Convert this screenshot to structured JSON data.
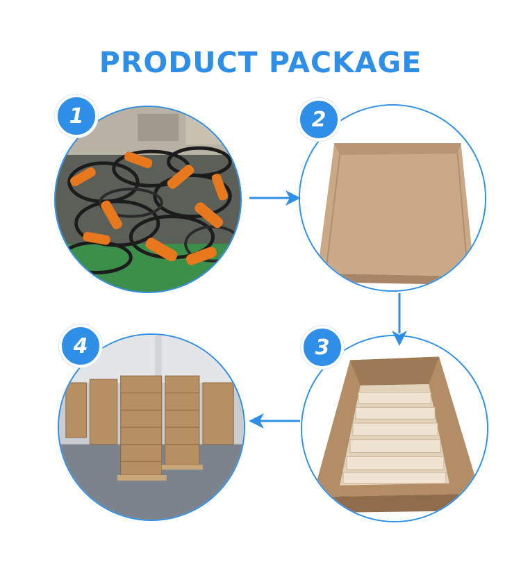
{
  "title": "PRODUCT PACKAGE",
  "accent_color": "#2f8ee6",
  "steps": [
    {
      "number": "1",
      "image": "orange-ev-charging-cables-pile"
    },
    {
      "number": "2",
      "image": "closed-kraft-carton-box"
    },
    {
      "number": "3",
      "image": "open-carton-with-packed-boxes"
    },
    {
      "number": "4",
      "image": "warehouse-pallets-of-cartons"
    }
  ],
  "arrows": [
    "arrow-right",
    "arrow-down",
    "arrow-left"
  ]
}
